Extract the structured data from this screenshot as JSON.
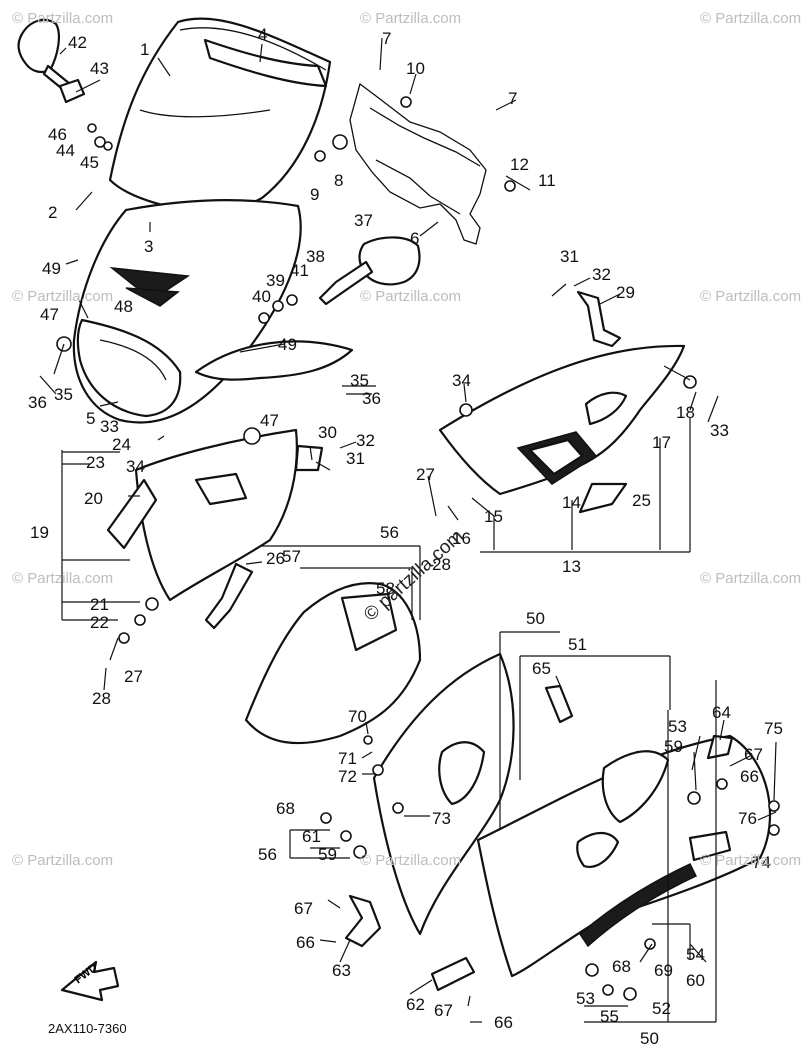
{
  "watermark_text": "© Partzilla.com",
  "center_watermark_text": "© partzilla.com",
  "document_code": "2AX110-7360",
  "fwd_label": "FWD",
  "callout_numbers": [
    "1",
    "2",
    "3",
    "4",
    "5",
    "6",
    "7",
    "7",
    "8",
    "9",
    "10",
    "11",
    "12",
    "13",
    "14",
    "15",
    "16",
    "17",
    "18",
    "19",
    "20",
    "21",
    "22",
    "23",
    "24",
    "25",
    "26",
    "27",
    "27",
    "28",
    "28",
    "29",
    "30",
    "31",
    "31",
    "32",
    "32",
    "33",
    "33",
    "34",
    "34",
    "35",
    "35",
    "36",
    "36",
    "37",
    "38",
    "39",
    "40",
    "41",
    "42",
    "43",
    "44",
    "45",
    "46",
    "47",
    "47",
    "48",
    "49",
    "49",
    "50",
    "50",
    "51",
    "52",
    "53",
    "53",
    "54",
    "55",
    "56",
    "56",
    "57",
    "58",
    "59",
    "59",
    "60",
    "61",
    "62",
    "63",
    "64",
    "65",
    "66",
    "66",
    "66",
    "67",
    "67",
    "67",
    "68",
    "68",
    "69",
    "70",
    "71",
    "72",
    "73",
    "74",
    "75",
    "76"
  ]
}
